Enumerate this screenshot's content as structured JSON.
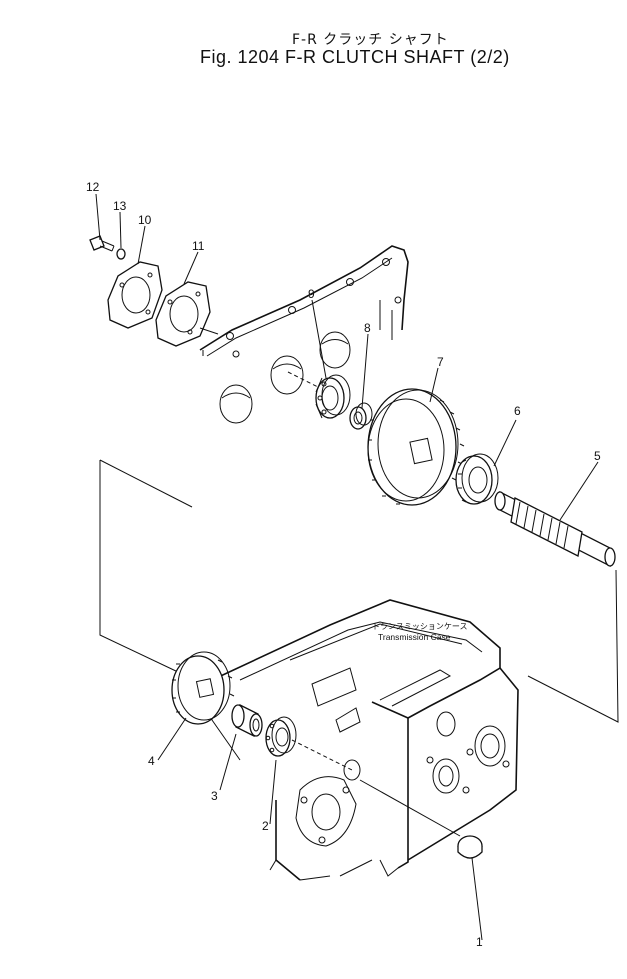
{
  "header": {
    "title_jp": "F-R クラッチ シャフト",
    "title_en": "Fig. 1204 F-R CLUTCH SHAFT (2/2)"
  },
  "case_label": {
    "jp": "トランスミッションケース",
    "en": "Transmission Case"
  },
  "callouts": {
    "c1": "1",
    "c2": "2",
    "c3": "3",
    "c4": "4",
    "c5": "5",
    "c6": "6",
    "c7": "7",
    "c8": "8",
    "c9": "9",
    "c10": "10",
    "c11": "11",
    "c12": "12",
    "c13": "13"
  }
}
